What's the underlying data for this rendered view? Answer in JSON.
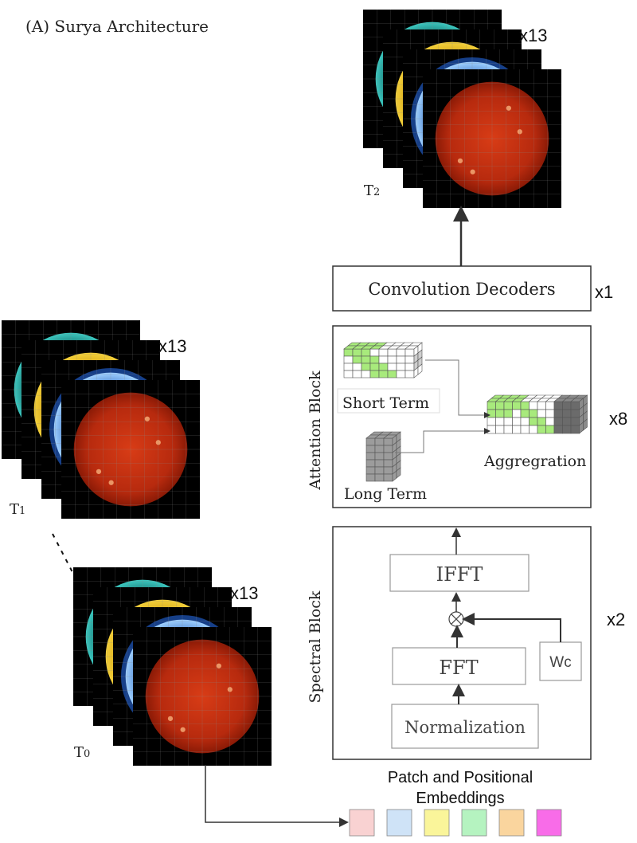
{
  "title": "(A) Surya Architecture",
  "stacks": {
    "t2": {
      "label": "T",
      "sub": "2",
      "multiplier": "x13"
    },
    "t1": {
      "label": "T",
      "sub": "1",
      "multiplier": "x13"
    },
    "t0": {
      "label": "T",
      "sub": "0",
      "multiplier": "x13"
    }
  },
  "decoder": {
    "label": "Convolution Decoders",
    "multiplier": "x1"
  },
  "attention": {
    "label": "Attention Block",
    "multiplier": "x8",
    "short_term": "Short Term",
    "long_term": "Long Term",
    "aggregation": "Aggregration"
  },
  "spectral": {
    "label": "Spectral  Block",
    "multiplier": "x2",
    "ifft": "IFFT",
    "fft": "FFT",
    "wc": "Wc",
    "normalization": "Normalization"
  },
  "embeddings": {
    "label_line1": "Patch and Positional",
    "label_line2": "Embeddings",
    "colors": [
      "#f9d2d2",
      "#cfe3f7",
      "#faf59a",
      "#b5f3c0",
      "#fad59e",
      "#f86ce8"
    ]
  },
  "colors": {
    "sun_red": "#c02b10",
    "sun_yellow": "#e8b50f",
    "sun_blue": "#2f78c6",
    "sun_teal": "#1e9f9a",
    "cube_green": "#a8ea7c",
    "cube_gray": "#9c9c9c",
    "cube_darkgray": "#6b6b6b"
  }
}
